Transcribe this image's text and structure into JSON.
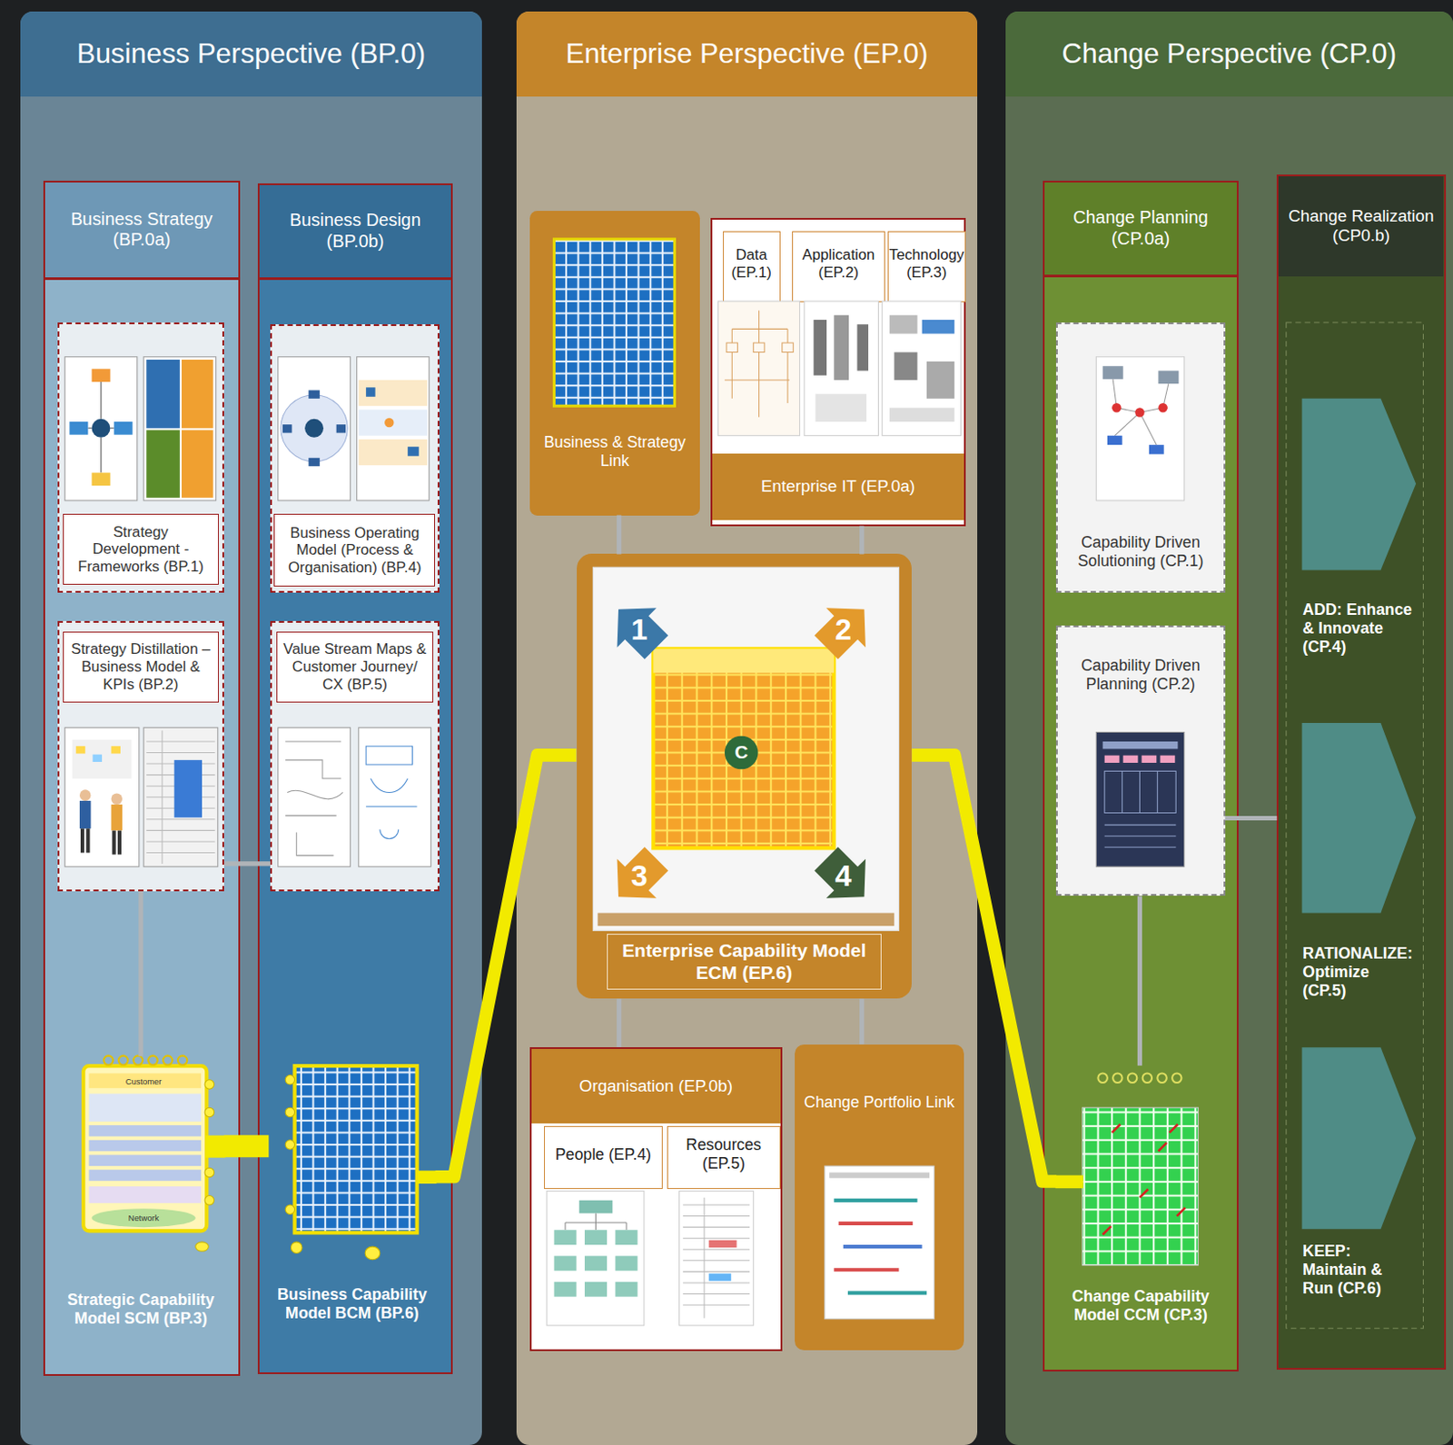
{
  "diagram": {
    "nodes": [
      {
        "text": [
          "Business Perspective (BP.0)"
        ]
      },
      {
        "text": [
          "Business Strategy (BP.0a)"
        ],
        "in": 0
      },
      {
        "text": [
          "Strategy Development - Frameworks (BP.1)"
        ],
        "in": 1
      },
      {
        "text": [
          "Strategy Distillation – Business Model & KPIs (BP.2)"
        ],
        "in": 1
      },
      {
        "text": [
          "Strategic Capability Model SCM (BP.3)"
        ],
        "in": 1
      },
      {
        "text": [
          "Business Design (BP.0b)"
        ],
        "in": 0
      },
      {
        "text": [
          "Business Operating Model (Process & Organisation) (BP.4)"
        ],
        "in": 5
      },
      {
        "text": [
          "Value Stream Maps & Customer Journey/ CX (BP.5)"
        ],
        "in": 5
      },
      {
        "text": [
          "Business Capability Model BCM (BP.6)"
        ],
        "in": 5
      },
      {
        "text": [
          "Enterprise Perspective (EP.0)"
        ]
      },
      {
        "text": [
          "Business & Strategy Link"
        ],
        "in": 9
      },
      {
        "text": [
          "Enterprise IT (EP.0a)"
        ],
        "in": 9
      },
      {
        "text": [
          "Data (EP.1)"
        ],
        "in": 11
      },
      {
        "text": [
          "Application (EP.2)"
        ],
        "in": 11
      },
      {
        "text": [
          "Technology (EP.3)"
        ],
        "in": 11
      },
      {
        "text": [
          "Enterprise Capability Model ECM (EP.6)"
        ],
        "in": 9
      },
      {
        "text": [
          "Organisation (EP.0b)"
        ],
        "in": 9
      },
      {
        "text": [
          "People (EP.4)"
        ],
        "in": 16
      },
      {
        "text": [
          "Resources (EP.5)"
        ],
        "in": 16
      },
      {
        "text": [
          "Change Portfolio Link"
        ],
        "in": 9
      },
      {
        "text": [
          "Change Perspective (CP.0)"
        ]
      },
      {
        "text": [
          "Change Planning (CP.0a)"
        ],
        "in": 20
      },
      {
        "text": [
          "Capability Driven Solutioning (CP.1)"
        ],
        "in": 21
      },
      {
        "text": [
          "Capability Driven Planning (CP.2)"
        ],
        "in": 21
      },
      {
        "text": [
          "Change Capability Model CCM (CP.3)"
        ],
        "in": 21
      },
      {
        "text": [
          "Change Realization (CP0.b)"
        ],
        "in": 20
      },
      {
        "text": [
          "ADD: Enhance & Innovate (CP.4)"
        ],
        "in": 25
      },
      {
        "text": [
          "RATIONALIZE: Optimize (CP.5)"
        ],
        "in": 25
      },
      {
        "text": [
          "KEEP: Maintain & Run (CP.6)"
        ],
        "in": 25
      }
    ],
    "edges": [
      {
        "from": 4,
        "to": 8,
        "arrow": "none"
      },
      {
        "from": 8,
        "to": 15,
        "arrow": "none"
      },
      {
        "from": 15,
        "to": 24,
        "arrow": "none"
      },
      {
        "from": 3,
        "to": 7,
        "arrow": "none"
      },
      {
        "from": 3,
        "to": 4,
        "arrow": "none"
      },
      {
        "from": 23,
        "to": 24,
        "arrow": "none"
      },
      {
        "from": 23,
        "to": 25,
        "arrow": "none"
      },
      {
        "from": 10,
        "to": 15,
        "arrow": "none"
      },
      {
        "from": 11,
        "to": 15,
        "arrow": "none"
      },
      {
        "from": 15,
        "to": 16,
        "arrow": "none"
      },
      {
        "from": 15,
        "to": 19,
        "arrow": "none"
      }
    ],
    "labels": [
      "1",
      "2",
      "3",
      "4",
      "C",
      "Customer",
      "Network"
    ]
  }
}
